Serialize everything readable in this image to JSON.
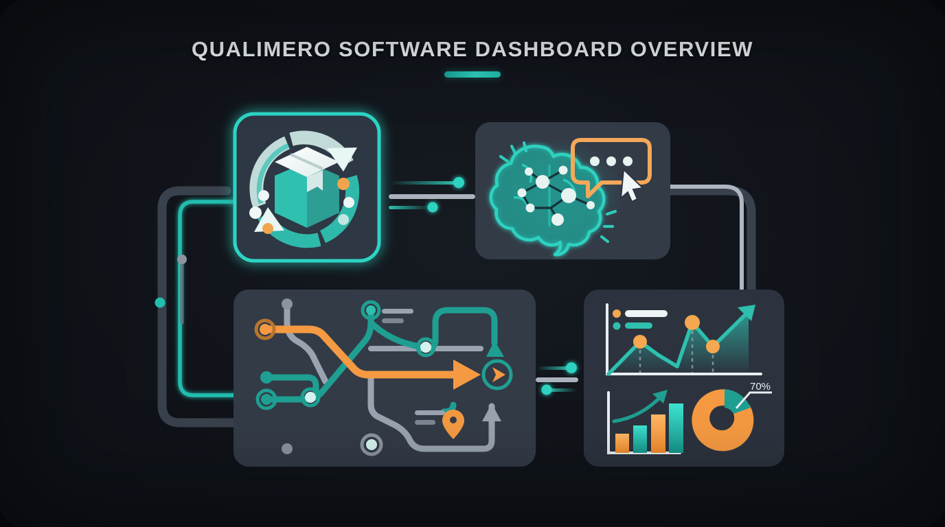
{
  "header": {
    "title": "QUALIMERO SOFTWARE DASHBOARD OVERVIEW",
    "accent_color": "#2ecfbc"
  },
  "theme": {
    "background": "#11151b",
    "card_background": "#333b47",
    "teal": "#2ebfae",
    "teal_bright": "#2dd4c4",
    "orange": "#f59a42",
    "gray_line": "#9aa4b0",
    "text": "#f2f5f7"
  },
  "cards": [
    {
      "id": "sync-package",
      "name": "package-sync-card",
      "highlighted": true,
      "border_color": "#2dd4c4",
      "icons": [
        "refresh-arrows-icon",
        "package-box-icon",
        "node-dots"
      ]
    },
    {
      "id": "ai-brain",
      "name": "ai-brain-chat-card",
      "highlighted": false,
      "icons": [
        "brain-network-icon",
        "chat-bubble-icon",
        "cursor-arrow-icon"
      ],
      "chat_dots": 3
    },
    {
      "id": "workflow",
      "name": "workflow-routing-card",
      "highlighted": false,
      "icons": [
        "route-paths-icon",
        "play-circle-icon",
        "location-pin-icon",
        "node-dots",
        "placeholder-text-bars"
      ]
    },
    {
      "id": "analytics",
      "name": "analytics-charts-card",
      "highlighted": false,
      "icons": [
        "line-area-chart-icon",
        "bar-chart-icon",
        "donut-chart-icon"
      ]
    }
  ],
  "chart_data": [
    {
      "type": "area",
      "title": "",
      "xlabel": "",
      "ylabel": "",
      "x": [
        0,
        1,
        2,
        3,
        4,
        5,
        6
      ],
      "values": [
        0,
        55,
        38,
        20,
        88,
        52,
        100
      ],
      "point_markers": [
        1,
        4,
        5
      ],
      "marker_color": "#f59a42",
      "line_color": "#2ebfae",
      "grid": false,
      "legend": [
        {
          "label": "",
          "color": "#f59a42",
          "bar_color": "#ffffff"
        },
        {
          "label": "",
          "color": "#2ebfae",
          "bar_color": "#2ebfae"
        }
      ],
      "ylim": [
        0,
        110
      ]
    },
    {
      "type": "bar",
      "title": "",
      "categories": [
        "1",
        "2",
        "3",
        "4"
      ],
      "values": [
        28,
        50,
        72,
        92
      ],
      "colors": [
        "#f59a42",
        "#2ebfae",
        "#f59a42",
        "#2ebfae"
      ],
      "trend_arrow": true,
      "xlabel": "",
      "ylabel": "",
      "ylim": [
        0,
        100
      ],
      "grid": false
    },
    {
      "type": "pie",
      "title": "",
      "labels": [
        "70%",
        ""
      ],
      "values": [
        70,
        30
      ],
      "colors": [
        "#f59a42",
        "#1f9f92"
      ],
      "annotation": "70%",
      "donut": true,
      "legend": "none"
    }
  ],
  "connectors": [
    {
      "name": "card1-to-card2",
      "style": "teal-dotted",
      "color": "#2ebfae"
    },
    {
      "name": "card1-to-card2-gray",
      "style": "solid",
      "color": "#9aa4b0"
    },
    {
      "name": "card3-to-card4",
      "style": "teal-dotted",
      "color": "#2ebfae"
    },
    {
      "name": "card3-to-card4-gray",
      "style": "solid",
      "color": "#9aa4b0"
    },
    {
      "name": "card1-to-card3-left-loop",
      "style": "teal-rounded",
      "color": "#2ebfae"
    },
    {
      "name": "card2-to-card4-right-loop",
      "style": "gray-rounded",
      "color": "#aab3bd"
    }
  ]
}
